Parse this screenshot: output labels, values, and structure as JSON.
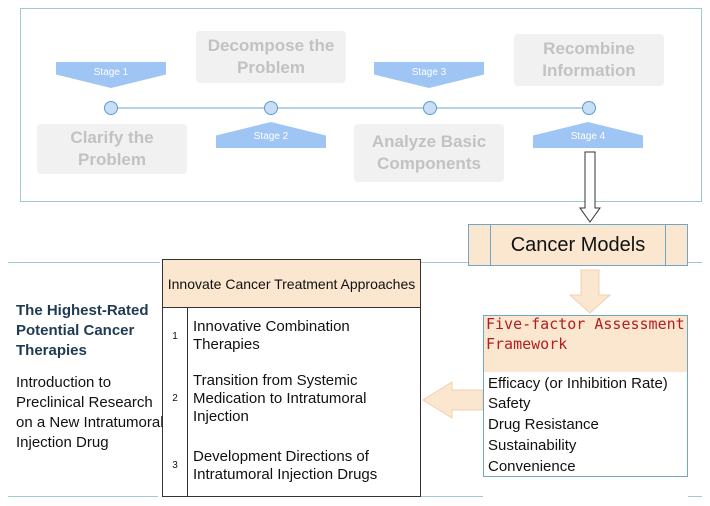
{
  "stages": {
    "flags": [
      {
        "label": "Stage 1"
      },
      {
        "label": "Stage 2"
      },
      {
        "label": "Stage 3"
      },
      {
        "label": "Stage 4"
      }
    ],
    "boxes": [
      {
        "label": "Clarify the Problem"
      },
      {
        "label": "Decompose the Problem"
      },
      {
        "label": "Analyze Basic Components"
      },
      {
        "label": "Recombine Information"
      }
    ]
  },
  "cancer_models": {
    "label": "Cancer Models"
  },
  "framework": {
    "title": "Five-factor Assessment Framework",
    "items": [
      "Efficacy (or Inhibition Rate)",
      "Safety",
      "Drug Resistance",
      "Sustainability",
      "Convenience"
    ]
  },
  "side": {
    "title": "The Highest-Rated Potential Cancer Therapies",
    "subtitle": "Introduction to Preclinical Research on a New Intratumoral Injection Drug"
  },
  "table": {
    "header": "Innovate Cancer Treatment Approaches",
    "rows": [
      {
        "num": "1",
        "text": "Innovative Combination Therapies"
      },
      {
        "num": "2",
        "text": "Transition from Systemic Medication to Intratumoral Injection"
      },
      {
        "num": "3",
        "text": "Development Directions of Intratumoral Injection Drugs"
      }
    ]
  },
  "colors": {
    "accent_blue": "#9fc5f4",
    "header_fill": "#fbe6d0",
    "title_red": "#b21f1f"
  }
}
